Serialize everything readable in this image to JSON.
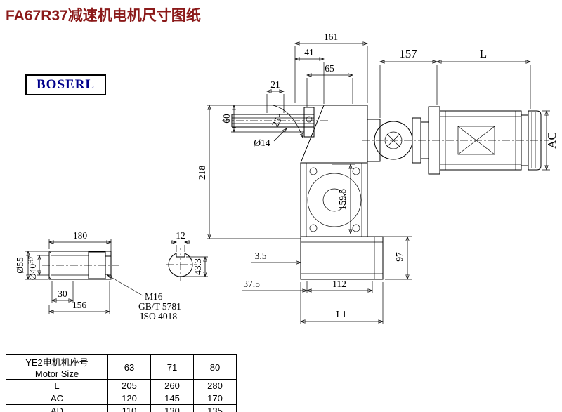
{
  "page": {
    "title": "FA67R37减速机电机尺寸图纸",
    "logo": "BOSERL"
  },
  "dims": {
    "top_width": "161",
    "top_w1": "41",
    "top_w2": "65",
    "top_w3": "21",
    "left_h1": "60",
    "left_h2": "218",
    "shaft_dia": "Ø14",
    "angle": "25°",
    "motor_157": "157",
    "motor_L": "L",
    "motor_AC": "AC",
    "mid_h": "159.5",
    "low_h": "97",
    "off1": "3.5",
    "off2": "37.5",
    "bottom_w": "112",
    "bottom_L1": "L1"
  },
  "shaft_detail": {
    "len": "180",
    "dia_out": "Ø55",
    "dia_in": "Ø40",
    "dia_in_tol": "H7",
    "key_len": "30",
    "usable_len": "156",
    "bolt": "M16",
    "std1": "GB/T 5781",
    "std2": "ISO 4018"
  },
  "cross_section": {
    "key_w": "12",
    "key_h": "43.3"
  },
  "table": {
    "header": {
      "label_cn": "YE2电机机座号",
      "label_en": "Motor Size",
      "cols": [
        "63",
        "71",
        "80"
      ]
    },
    "rows": [
      {
        "label": "L",
        "values": [
          "205",
          "260",
          "280"
        ]
      },
      {
        "label": "AC",
        "values": [
          "120",
          "145",
          "170"
        ]
      },
      {
        "label": "AD",
        "values": [
          "110",
          "130",
          "135"
        ]
      }
    ]
  }
}
